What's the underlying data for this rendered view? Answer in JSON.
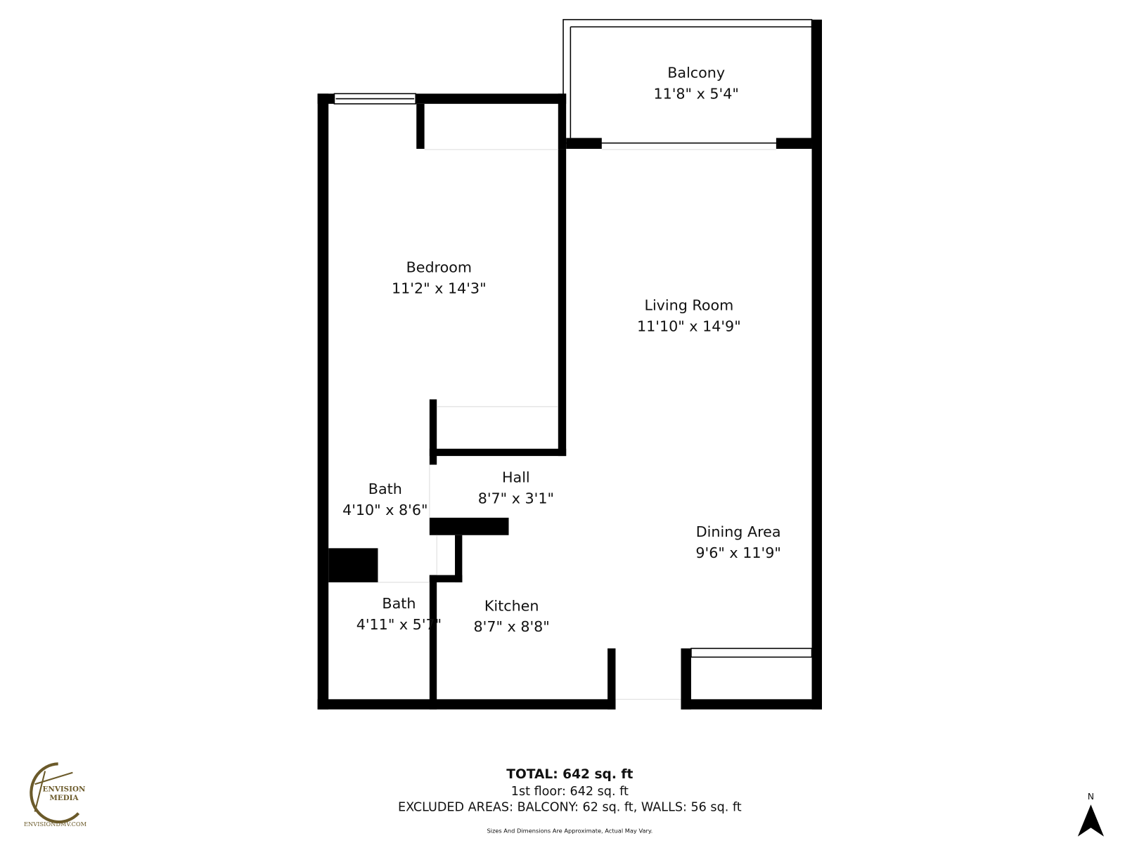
{
  "rooms": {
    "balcony": {
      "name": "Balcony",
      "dims": "11'8\" x 5'4\""
    },
    "bedroom": {
      "name": "Bedroom",
      "dims": "11'2\" x 14'3\""
    },
    "living": {
      "name": "Living Room",
      "dims": "11'10\" x 14'9\""
    },
    "hall": {
      "name": "Hall",
      "dims": "8'7\" x 3'1\""
    },
    "bath1": {
      "name": "Bath",
      "dims": "4'10\" x 8'6\""
    },
    "bath2": {
      "name": "Bath",
      "dims": "4'11\" x 5'7\""
    },
    "kitchen": {
      "name": "Kitchen",
      "dims": "8'7\" x 8'8\""
    },
    "dining": {
      "name": "Dining Area",
      "dims": "9'6\" x 11'9\""
    }
  },
  "footer": {
    "total": "TOTAL: 642 sq. ft",
    "floor": "1st floor: 642 sq. ft",
    "excluded": "EXCLUDED AREAS: BALCONY: 62 sq. ft, WALLS: 56 sq. ft",
    "disclaimer": "Sizes And Dimensions Are Approximate, Actual May Vary."
  },
  "logo": {
    "line1": "ENVISION",
    "line2": "MEDIA",
    "url": "ENVISIONDMV.COM"
  },
  "compass": {
    "label": "N"
  },
  "colors": {
    "wall": "#000000",
    "logo": "#6b5a2a"
  }
}
